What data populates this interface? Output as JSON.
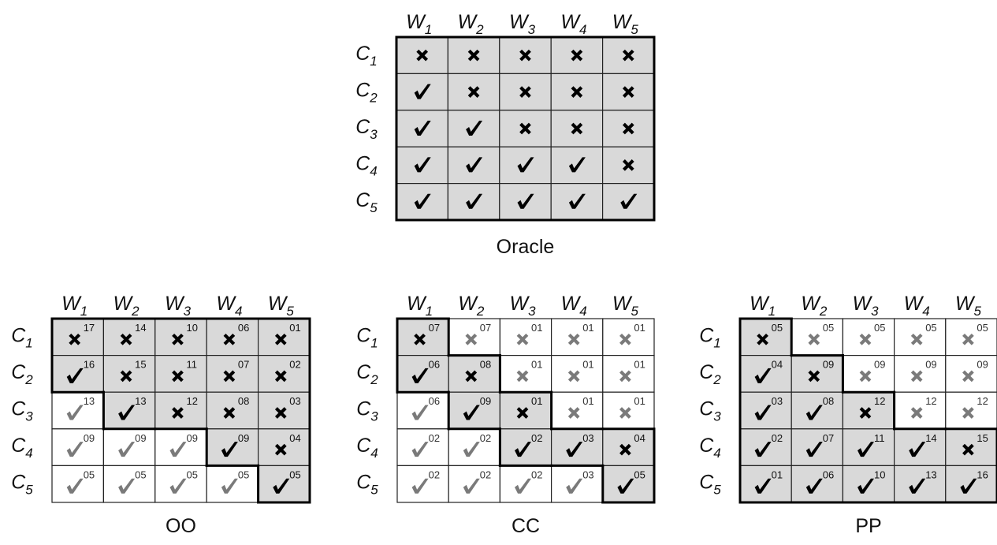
{
  "colors": {
    "shaded": "#d9d9d9",
    "white": "#ffffff",
    "dark_mark": "#000000",
    "gray_mark": "#7a7a7a",
    "border": "#000000"
  },
  "icons": {
    "check": "check-mark-icon",
    "cross": "cross-mark-icon"
  },
  "row_labels": [
    {
      "base": "C",
      "sub": "1"
    },
    {
      "base": "C",
      "sub": "2"
    },
    {
      "base": "C",
      "sub": "3"
    },
    {
      "base": "C",
      "sub": "4"
    },
    {
      "base": "C",
      "sub": "5"
    }
  ],
  "col_labels": [
    {
      "base": "W",
      "sub": "1"
    },
    {
      "base": "W",
      "sub": "2"
    },
    {
      "base": "W",
      "sub": "3"
    },
    {
      "base": "W",
      "sub": "4"
    },
    {
      "base": "W",
      "sub": "5"
    }
  ],
  "grids": [
    {
      "title": "Oracle",
      "marks": [
        [
          "x",
          "x",
          "x",
          "x",
          "x"
        ],
        [
          "c",
          "x",
          "x",
          "x",
          "x"
        ],
        [
          "c",
          "c",
          "x",
          "x",
          "x"
        ],
        [
          "c",
          "c",
          "c",
          "c",
          "x"
        ],
        [
          "c",
          "c",
          "c",
          "c",
          "c"
        ]
      ],
      "shaded": [
        [
          1,
          1,
          1,
          1,
          1
        ],
        [
          1,
          1,
          1,
          1,
          1
        ],
        [
          1,
          1,
          1,
          1,
          1
        ],
        [
          1,
          1,
          1,
          1,
          1
        ],
        [
          1,
          1,
          1,
          1,
          1
        ]
      ],
      "numbers": null
    },
    {
      "title": "OO",
      "marks": [
        [
          "x",
          "x",
          "x",
          "x",
          "x"
        ],
        [
          "c",
          "x",
          "x",
          "x",
          "x"
        ],
        [
          "c",
          "c",
          "x",
          "x",
          "x"
        ],
        [
          "c",
          "c",
          "c",
          "c",
          "x"
        ],
        [
          "c",
          "c",
          "c",
          "c",
          "c"
        ]
      ],
      "shaded": [
        [
          1,
          1,
          1,
          1,
          1
        ],
        [
          1,
          1,
          1,
          1,
          1
        ],
        [
          0,
          1,
          1,
          1,
          1
        ],
        [
          0,
          0,
          0,
          1,
          1
        ],
        [
          0,
          0,
          0,
          0,
          1
        ]
      ],
      "numbers": [
        [
          "17",
          "14",
          "10",
          "06",
          "01"
        ],
        [
          "16",
          "15",
          "11",
          "07",
          "02"
        ],
        [
          "13",
          "13",
          "12",
          "08",
          "03"
        ],
        [
          "09",
          "09",
          "09",
          "09",
          "04"
        ],
        [
          "05",
          "05",
          "05",
          "05",
          "05"
        ]
      ]
    },
    {
      "title": "CC",
      "marks": [
        [
          "x",
          "x",
          "x",
          "x",
          "x"
        ],
        [
          "c",
          "x",
          "x",
          "x",
          "x"
        ],
        [
          "c",
          "c",
          "x",
          "x",
          "x"
        ],
        [
          "c",
          "c",
          "c",
          "c",
          "x"
        ],
        [
          "c",
          "c",
          "c",
          "c",
          "c"
        ]
      ],
      "shaded": [
        [
          1,
          0,
          0,
          0,
          0
        ],
        [
          1,
          1,
          0,
          0,
          0
        ],
        [
          0,
          1,
          1,
          0,
          0
        ],
        [
          0,
          0,
          1,
          1,
          1
        ],
        [
          0,
          0,
          0,
          0,
          1
        ]
      ],
      "numbers": [
        [
          "07",
          "07",
          "01",
          "01",
          "01"
        ],
        [
          "06",
          "08",
          "01",
          "01",
          "01"
        ],
        [
          "06",
          "09",
          "01",
          "01",
          "01"
        ],
        [
          "02",
          "02",
          "02",
          "03",
          "04"
        ],
        [
          "02",
          "02",
          "02",
          "03",
          "05"
        ]
      ]
    },
    {
      "title": "PP",
      "marks": [
        [
          "x",
          "x",
          "x",
          "x",
          "x"
        ],
        [
          "c",
          "x",
          "x",
          "x",
          "x"
        ],
        [
          "c",
          "c",
          "x",
          "x",
          "x"
        ],
        [
          "c",
          "c",
          "c",
          "c",
          "x"
        ],
        [
          "c",
          "c",
          "c",
          "c",
          "c"
        ]
      ],
      "shaded": [
        [
          1,
          0,
          0,
          0,
          0
        ],
        [
          1,
          1,
          0,
          0,
          0
        ],
        [
          1,
          1,
          1,
          0,
          0
        ],
        [
          1,
          1,
          1,
          1,
          1
        ],
        [
          1,
          1,
          1,
          1,
          1
        ]
      ],
      "numbers": [
        [
          "05",
          "05",
          "05",
          "05",
          "05"
        ],
        [
          "04",
          "09",
          "09",
          "09",
          "09"
        ],
        [
          "03",
          "08",
          "12",
          "12",
          "12"
        ],
        [
          "02",
          "07",
          "11",
          "14",
          "15"
        ],
        [
          "01",
          "06",
          "10",
          "13",
          "16"
        ]
      ]
    }
  ]
}
